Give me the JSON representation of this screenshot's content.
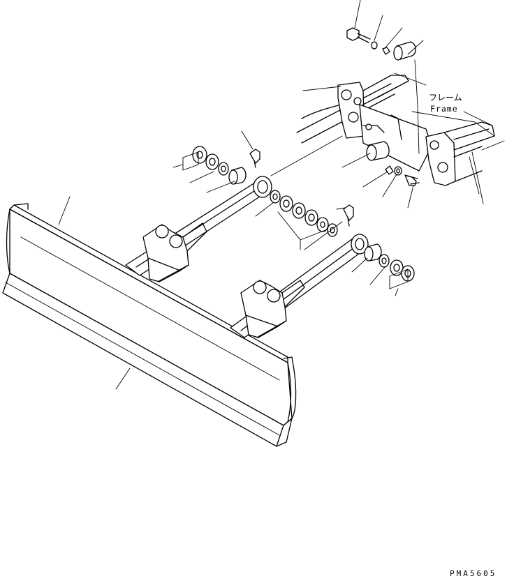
{
  "diagram": {
    "label_frame_jp": "フレーム",
    "label_frame_en": "Frame",
    "drawing_code": "PMA5605"
  }
}
